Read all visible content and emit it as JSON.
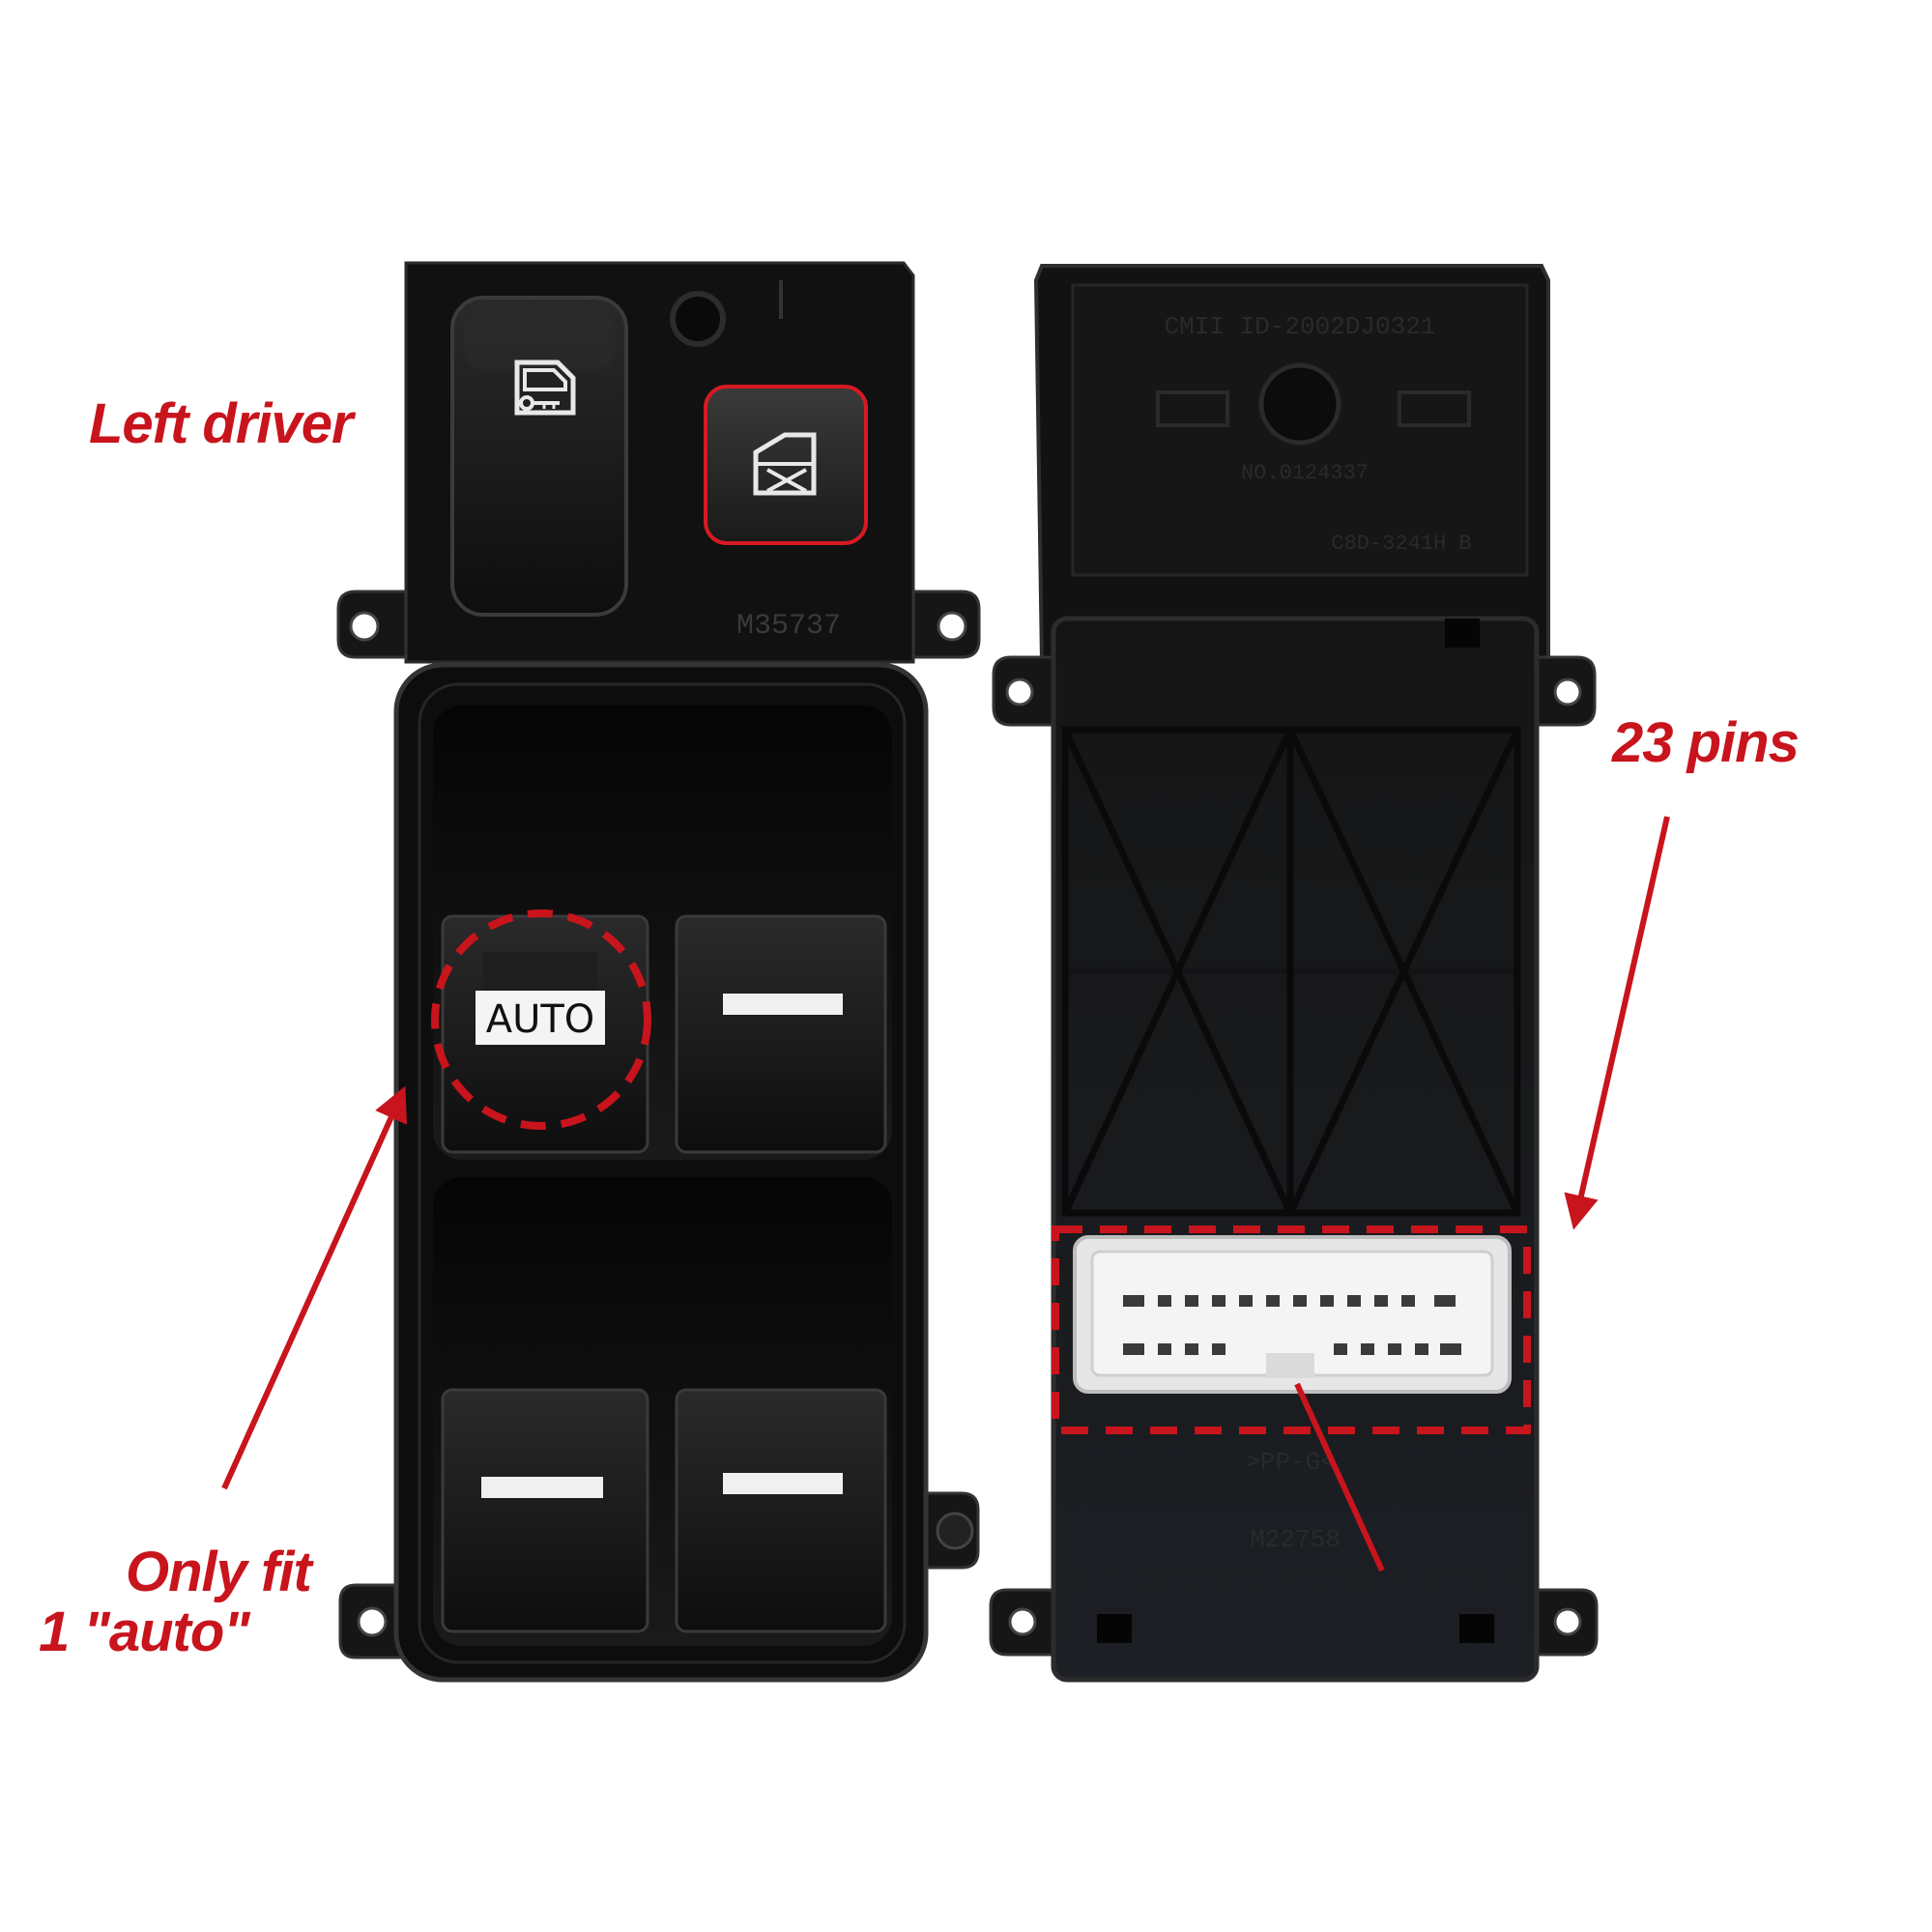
{
  "labels": {
    "left_driver": "Left driver",
    "pins": "23 pins",
    "only_fit": "Only fit",
    "auto_count": "1 \"auto\"",
    "auto_button": "AUTO"
  },
  "markings": {
    "front_code": "M35737",
    "back_top_code": "CMII ID-2002DJ0321",
    "back_mid_code": "NO.0124337",
    "back_lower_code": "C8D-3241H B",
    "back_bottom_code_1": ">PP-G<",
    "back_bottom_code_2": "M22758"
  },
  "colors": {
    "annotation_red": "#c8141c",
    "housing_black": "#0d0d0d",
    "switch_dark": "#141414",
    "connector_white": "#e6e6e6",
    "lock_button_accent": "#d61a22"
  },
  "icons": {
    "door_lock": "door-lock-icon",
    "window_lock": "window-lock-icon"
  }
}
